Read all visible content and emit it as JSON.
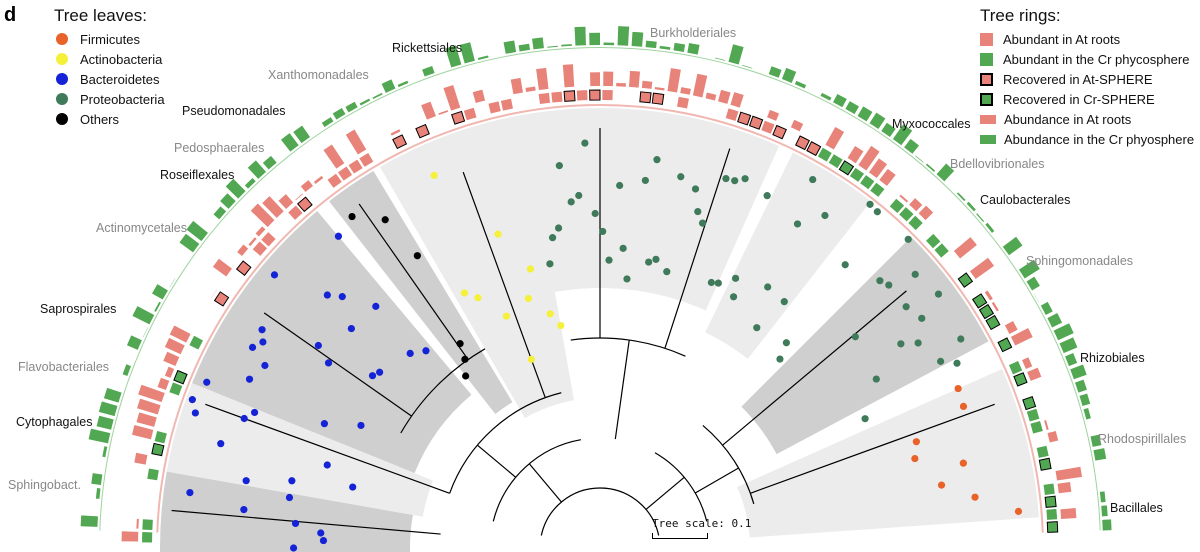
{
  "panel_letter": "d",
  "leaves_legend": {
    "title": "Tree leaves:",
    "items": [
      {
        "label": "Firmicutes",
        "color": "#e8622a"
      },
      {
        "label": "Actinobacteria",
        "color": "#f5f03a"
      },
      {
        "label": "Bacteroidetes",
        "color": "#1523d6"
      },
      {
        "label": "Proteobacteria",
        "color": "#3f7a5a"
      },
      {
        "label": "Others",
        "color": "#000000"
      }
    ]
  },
  "rings_legend": {
    "title": "Tree rings:",
    "items": [
      {
        "label": "Abundant in At roots",
        "swatch": "square",
        "color": "#e8837a"
      },
      {
        "label": "Abundant in the Cr phycosphere",
        "swatch": "square",
        "color": "#52a852"
      },
      {
        "label": "Recovered in At-SPHERE",
        "swatch": "boxed",
        "color": "#e8837a"
      },
      {
        "label": "Recovered in Cr-SPHERE",
        "swatch": "boxed",
        "color": "#52a852"
      },
      {
        "label": "Abundance in At roots",
        "swatch": "bar",
        "color": "#e8837a"
      },
      {
        "label": "Abundance in the Cr phyosphere",
        "swatch": "bar",
        "color": "#52a852"
      }
    ]
  },
  "clade_labels": [
    {
      "text": "Sphingobact.",
      "style": "gray"
    },
    {
      "text": "Cytophagales",
      "style": "black"
    },
    {
      "text": "Flavobacteriales",
      "style": "gray"
    },
    {
      "text": "Saprospirales",
      "style": "black"
    },
    {
      "text": "Actinomycetales",
      "style": "gray"
    },
    {
      "text": "Roseiflexales",
      "style": "black"
    },
    {
      "text": "Pedosphaerales",
      "style": "gray"
    },
    {
      "text": "Pseudomonadales",
      "style": "black"
    },
    {
      "text": "Xanthomonadales",
      "style": "gray"
    },
    {
      "text": "Rickettsiales",
      "style": "black"
    },
    {
      "text": "Burkholderiales",
      "style": "gray"
    },
    {
      "text": "Myxococcales",
      "style": "black"
    },
    {
      "text": "Bdellovibrionales",
      "style": "gray"
    },
    {
      "text": "Caulobacterales",
      "style": "black"
    },
    {
      "text": "Sphingomonadales",
      "style": "gray"
    },
    {
      "text": "Rhizobiales",
      "style": "black"
    },
    {
      "text": "Rhodospirillales",
      "style": "gray"
    },
    {
      "text": "Bacillales",
      "style": "black"
    }
  ],
  "scale_bar": {
    "label": "Tree scale: 0.1"
  }
}
